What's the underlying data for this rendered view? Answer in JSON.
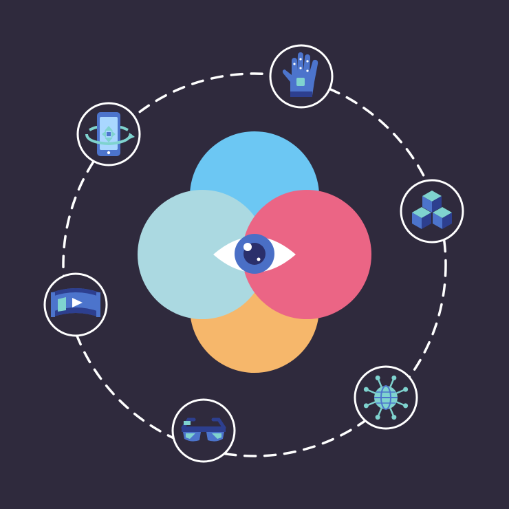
{
  "colors": {
    "background": "#2f2a3d",
    "dashed_ring": "#ffffff",
    "circle_top": "#6cc7f3",
    "circle_left": "#abd9e1",
    "circle_right": "#eb6585",
    "circle_bottom": "#f6b76b",
    "eye_white": "#ffffff",
    "iris": "#4a6fc6",
    "pupil": "#2a2f6b",
    "icon_primary": "#4c74cc",
    "icon_secondary": "#7fd3cf",
    "icon_dark": "#2d3f8f"
  },
  "center": {
    "icon": "eye-icon"
  },
  "satellites": [
    {
      "id": "hand",
      "icon": "smart-glove-icon"
    },
    {
      "id": "cubes",
      "icon": "cubes-3d-icon"
    },
    {
      "id": "globe",
      "icon": "globe-network-icon"
    },
    {
      "id": "glasses",
      "icon": "smart-glasses-icon"
    },
    {
      "id": "panorama",
      "icon": "panorama-video-icon"
    },
    {
      "id": "phone",
      "icon": "rotating-phone-icon"
    }
  ]
}
